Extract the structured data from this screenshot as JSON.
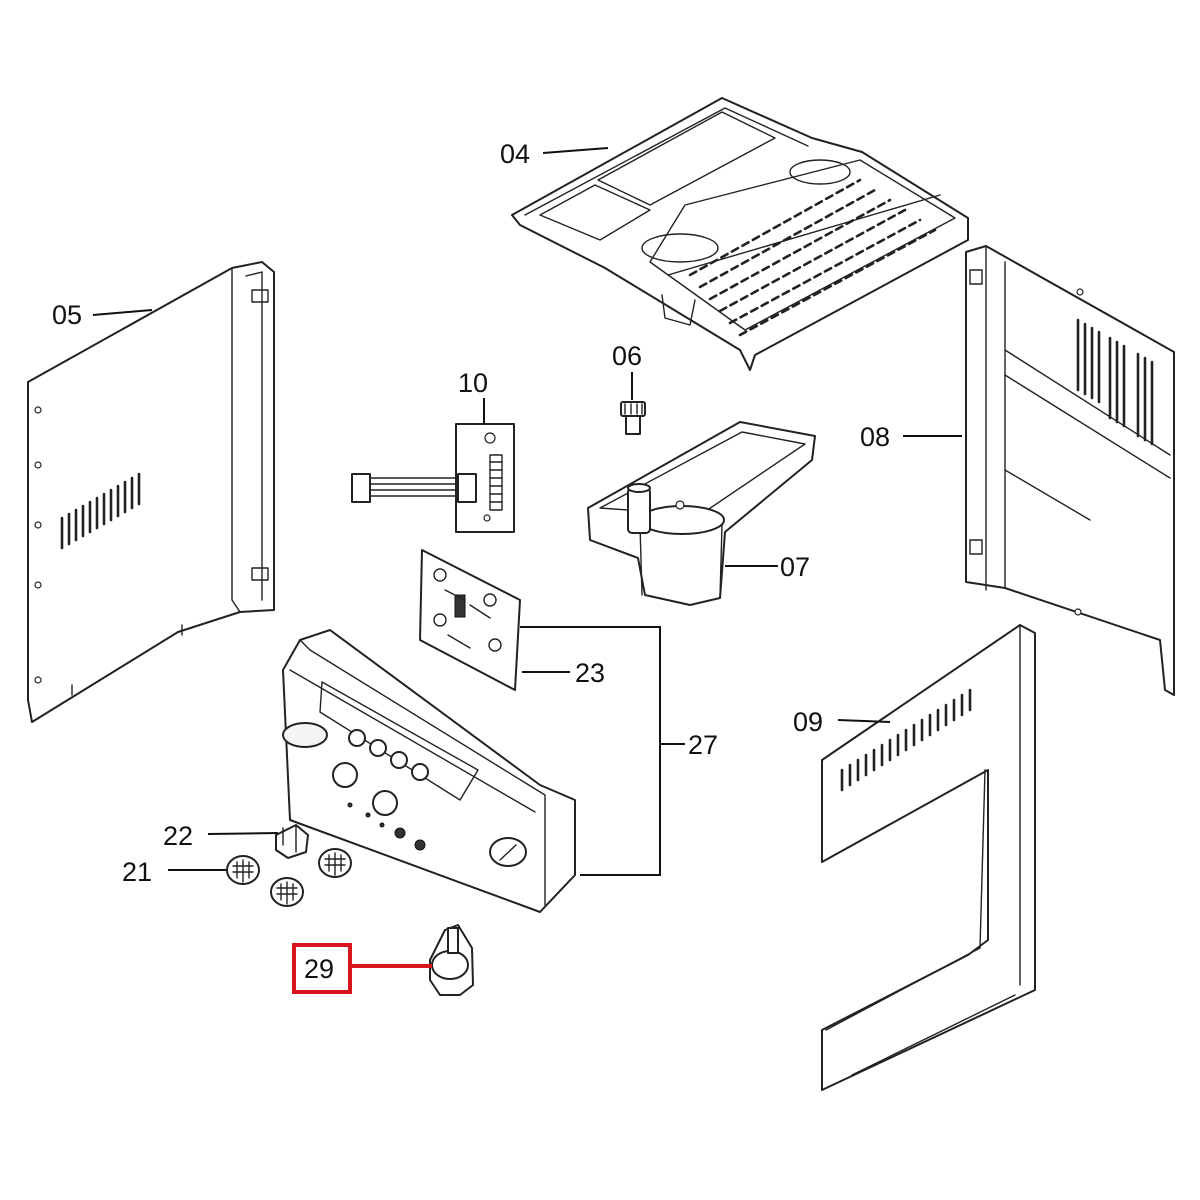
{
  "diagram": {
    "colors": {
      "line": "#222222",
      "highlight": "#d8141e",
      "background": "#ffffff"
    },
    "callouts": {
      "part_04": "04",
      "part_05": "05",
      "part_06": "06",
      "part_07": "07",
      "part_08": "08",
      "part_09": "09",
      "part_10": "10",
      "part_21": "21",
      "part_22": "22",
      "part_23": "23",
      "part_27": "27",
      "part_29": "29"
    },
    "highlighted_part": "29"
  }
}
